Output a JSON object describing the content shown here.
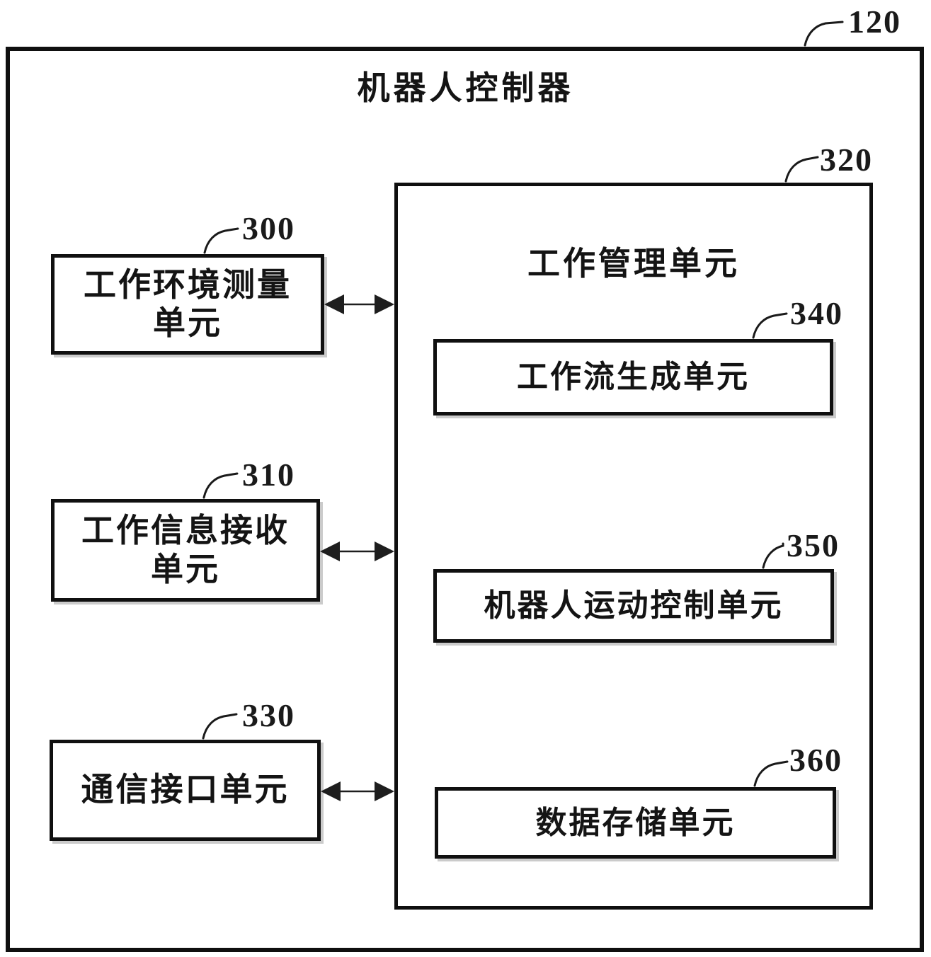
{
  "figure": {
    "outer_ref": "120",
    "outer_title": "机器人控制器",
    "left_boxes": [
      {
        "ref": "300",
        "line1": "工作环境测量",
        "line2": "单元"
      },
      {
        "ref": "310",
        "line1": "工作信息接收",
        "line2": "单元"
      },
      {
        "ref": "330",
        "line1": "通信接口单元",
        "line2": ""
      }
    ],
    "manager_box": {
      "ref": "320",
      "title": "工作管理单元",
      "children": [
        {
          "ref": "340",
          "label": "工作流生成单元"
        },
        {
          "ref": "350",
          "label": "机器人运动控制单元"
        },
        {
          "ref": "360",
          "label": "数据存储单元"
        }
      ]
    },
    "colors": {
      "line": "#141414",
      "background": "#ffffff"
    }
  }
}
